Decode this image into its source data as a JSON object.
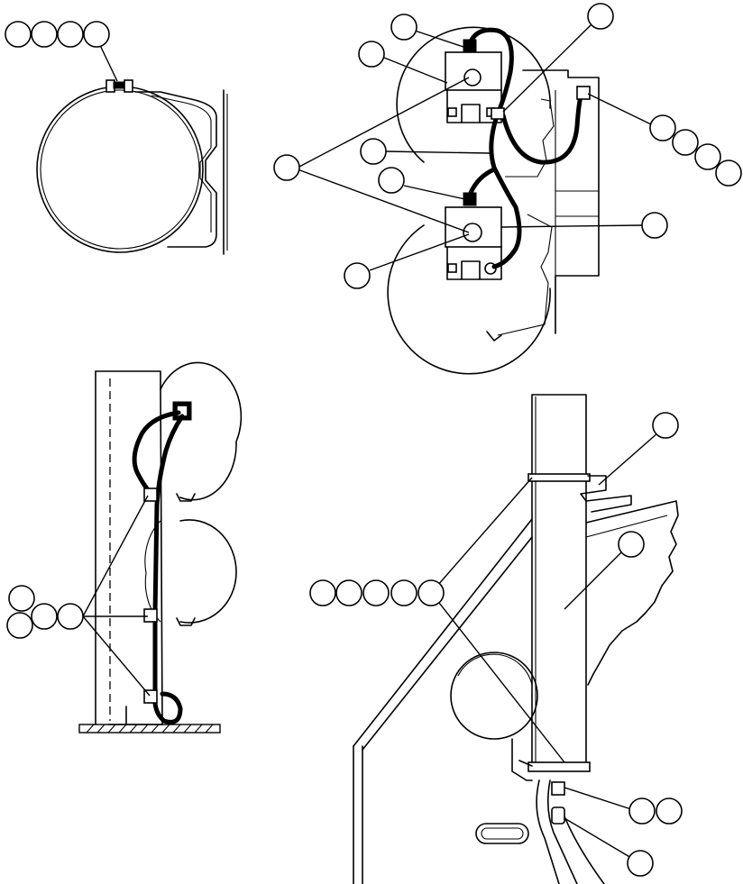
{
  "figure": {
    "views": [
      "top-left-clamp-view",
      "top-right-harness-view",
      "bottom-left-side-view",
      "bottom-right-mount-view"
    ],
    "callout_groups": [
      {
        "name": "callout-group-top-left",
        "count": 4
      },
      {
        "name": "callout-group-right-clamp",
        "count": 4
      },
      {
        "name": "callout-group-side-clips",
        "count": 3
      },
      {
        "name": "callout-group-mount-bands",
        "count": 5
      },
      {
        "name": "callout-group-fitting",
        "count": 2
      }
    ],
    "colors": {
      "line": "#000000",
      "background": "#ffffff",
      "callout_fill": "#ffffff"
    }
  }
}
